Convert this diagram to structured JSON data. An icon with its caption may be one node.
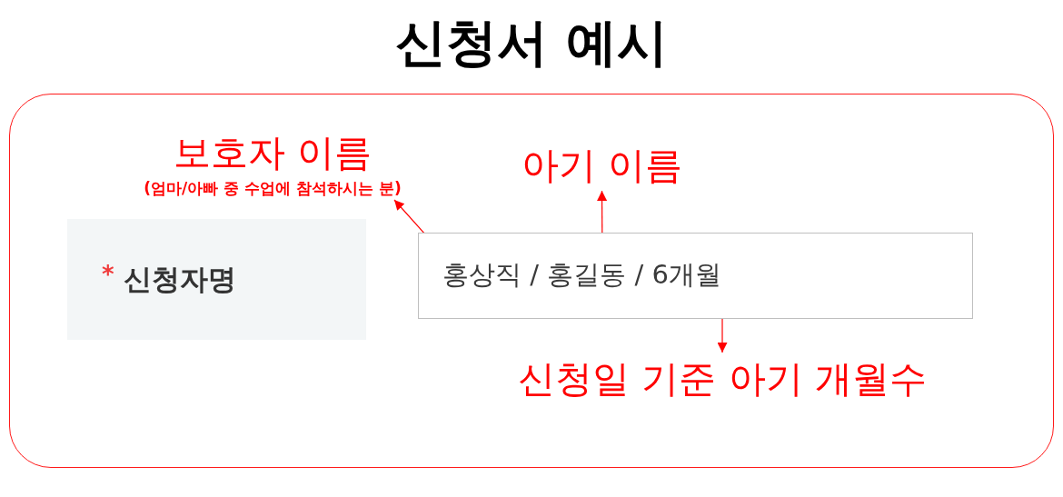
{
  "diagram": {
    "title": "신청서 예시",
    "nodes": [
      {
        "text": [],
        "shape": "box"
      },
      {
        "text": [
          "*",
          "신청자명"
        ],
        "in": 0
      },
      {
        "text": [
          "홍상직 / 홍길동 / 6개월"
        ],
        "in": 0
      },
      {
        "text": [
          "보호자 이름",
          "(엄마/아빠 중 수업에 참석하시는 분)"
        ],
        "in": 0
      },
      {
        "text": [
          "아기 이름"
        ],
        "in": 0
      },
      {
        "text": [
          "신청일 기준 아기 개월수"
        ],
        "in": 0
      }
    ],
    "edges": [
      {
        "from": 2,
        "to": 3,
        "arrow": "to",
        "color": "#ff0000"
      },
      {
        "from": 2,
        "to": 4,
        "arrow": "to",
        "color": "#ff0000"
      },
      {
        "from": 2,
        "to": 5,
        "arrow": "to",
        "color": "#ff0000"
      }
    ]
  }
}
